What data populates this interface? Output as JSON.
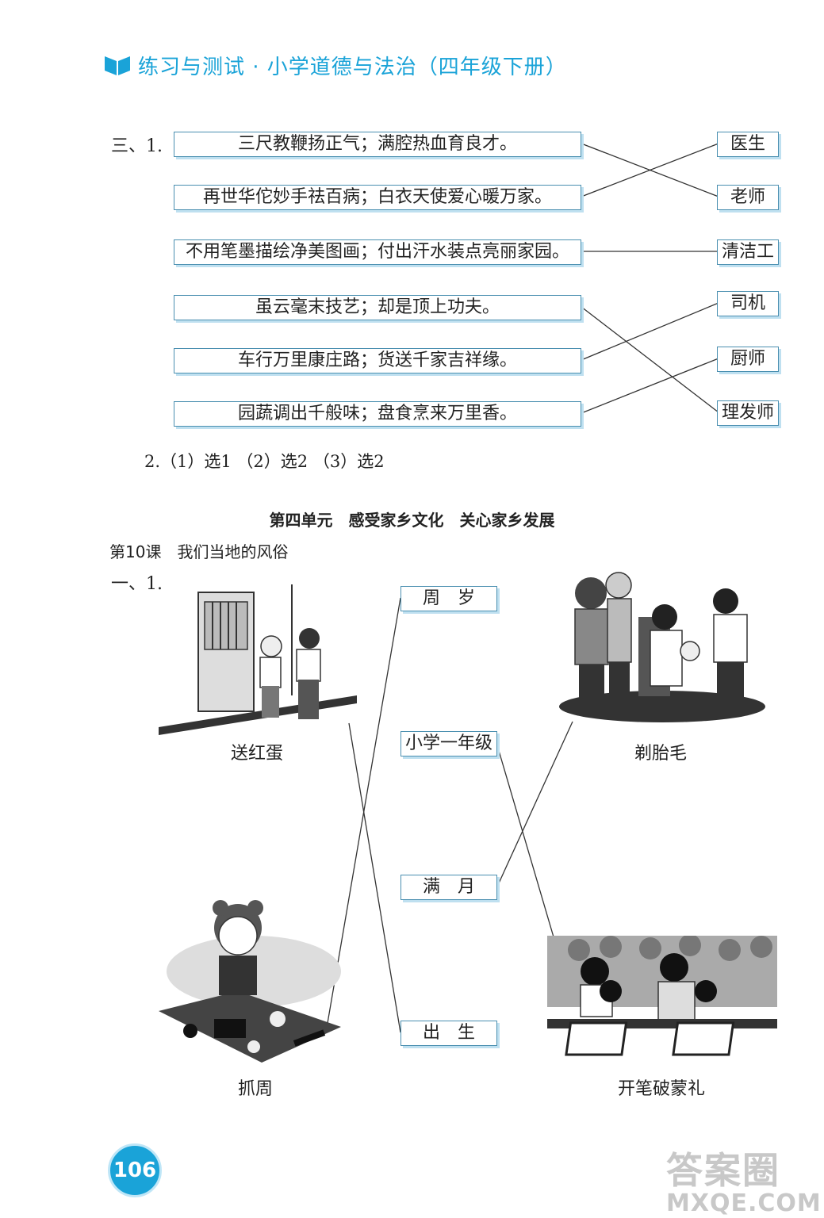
{
  "header": {
    "title": "练习与测试 · 小学道德与法治（四年级下册）"
  },
  "section3": {
    "label": "三、1.",
    "phrases": [
      "三尺教鞭扬正气；满腔热血育良才。",
      "再世华佗妙手祛百病；白衣天使爱心暖万家。",
      "不用笔墨描绘净美图画；付出汗水装点亮丽家园。",
      "虽云毫末技艺；却是顶上功夫。",
      "车行万里康庄路；货送千家吉祥缘。",
      "园蔬调出千般味；盘食烹来万里香。"
    ],
    "jobs": [
      "医生",
      "老师",
      "清洁工",
      "司机",
      "厨师",
      "理发师"
    ],
    "answer2": "2.（1）选1 （2）选2 （3）选2"
  },
  "unit": {
    "title": "第四单元　感受家乡文化　关心家乡发展",
    "lesson": "第10课　我们当地的风俗",
    "label": "一、1."
  },
  "customs": [
    "周　岁",
    "小学一年级",
    "满　月",
    "出　生"
  ],
  "pictures": {
    "top_left": "送红蛋",
    "top_right": "剃胎毛",
    "bottom_left": "抓周",
    "bottom_right": "开笔破蒙礼"
  },
  "footer": {
    "page_number": "106",
    "watermark_top": "答案圈",
    "watermark_bottom": "MXQE.COM"
  }
}
